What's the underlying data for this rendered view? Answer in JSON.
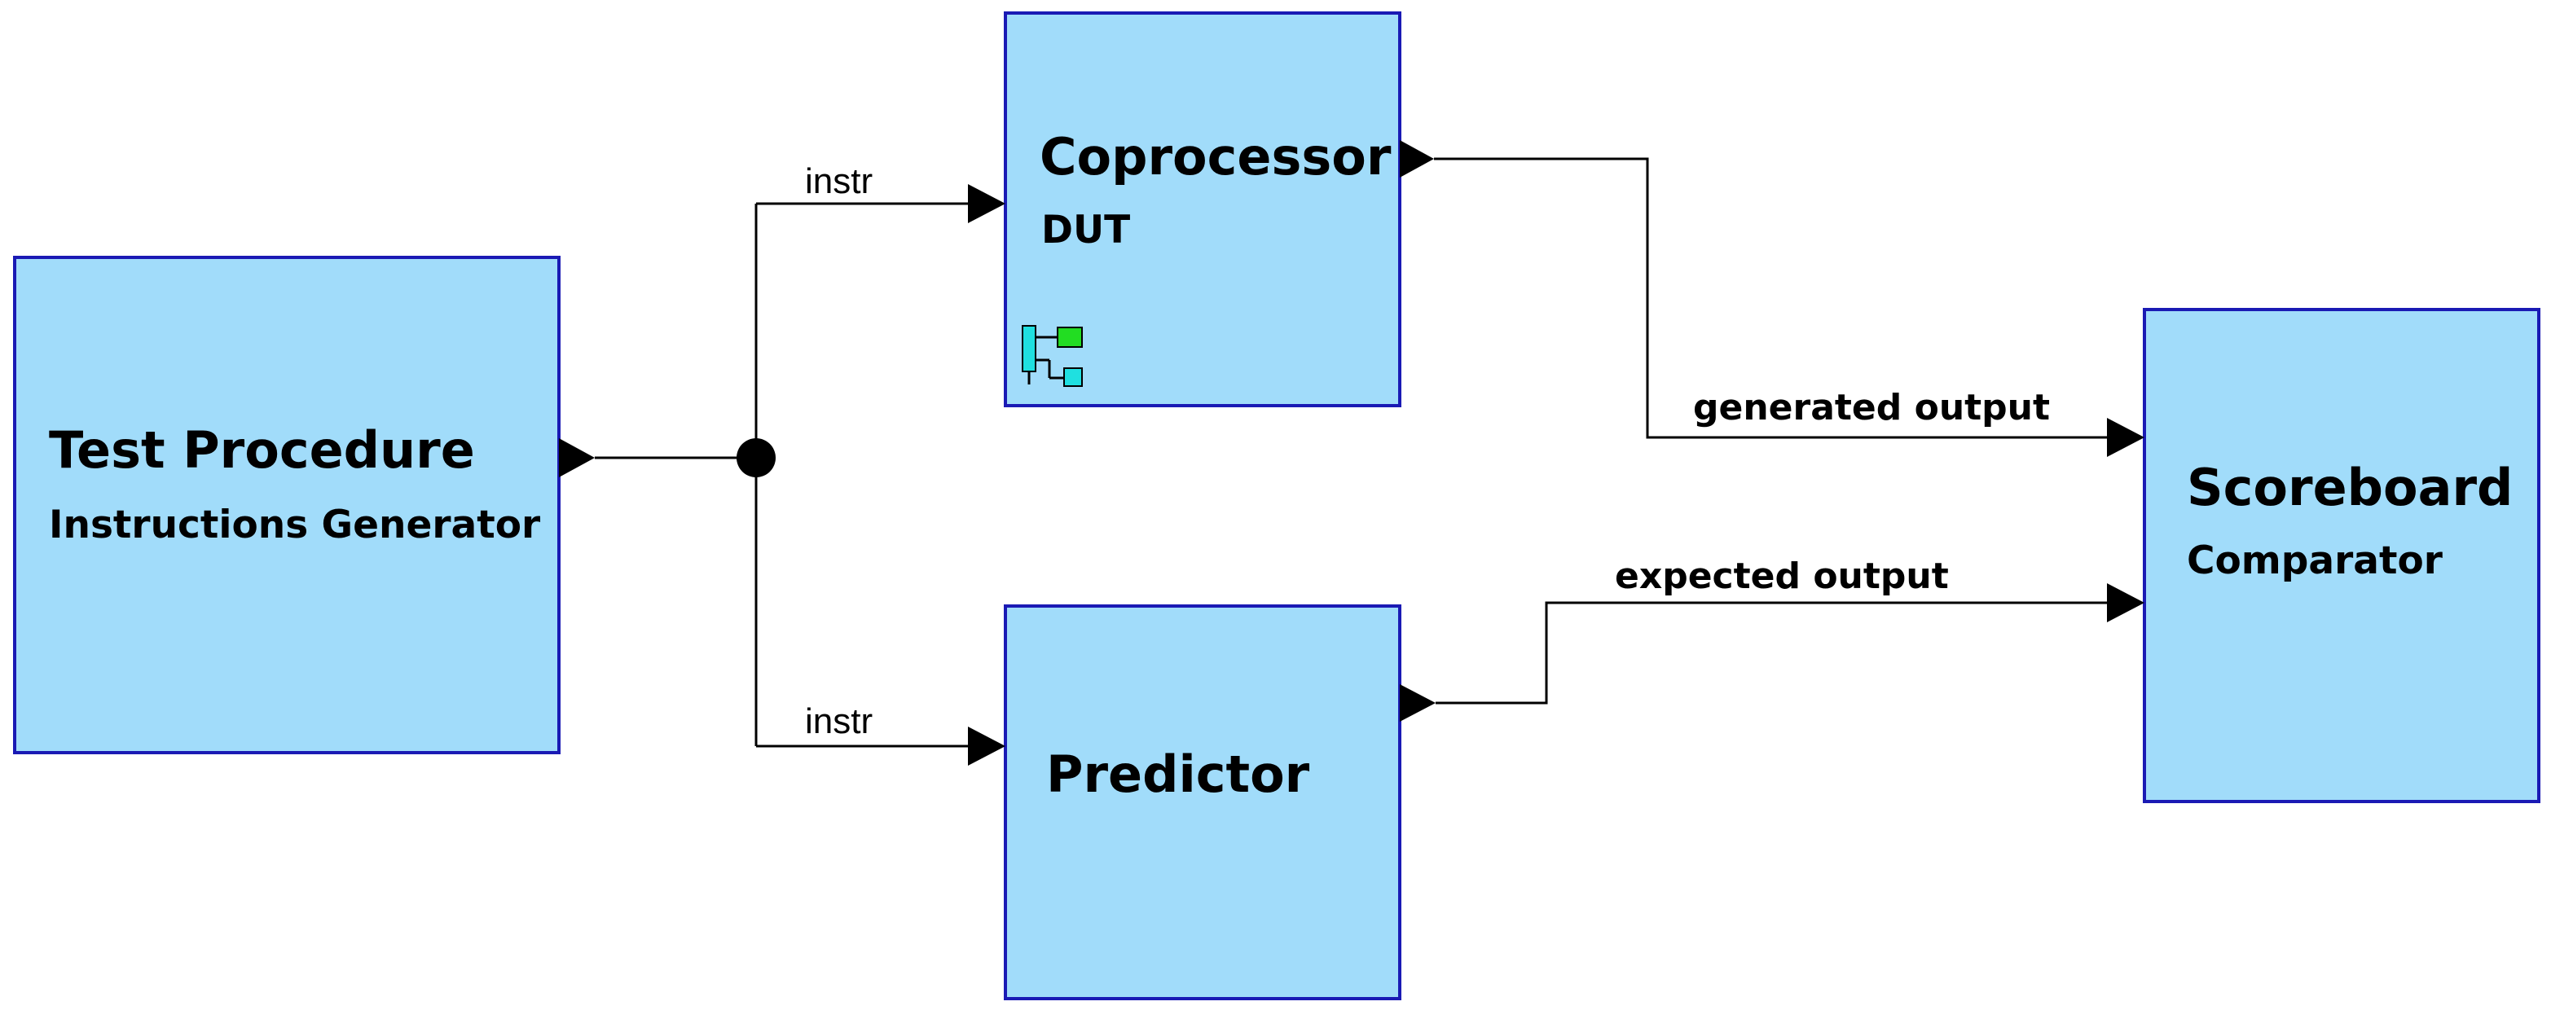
{
  "colors": {
    "block_fill": "#a1dcfa",
    "block_border": "#1a1ab4",
    "wire": "#000000",
    "icon_cyan": "#1fe0e0",
    "icon_green": "#22dd22"
  },
  "blocks": {
    "test_procedure": {
      "title": "Test Procedure",
      "subtitle": "Instructions Generator"
    },
    "coprocessor": {
      "title": "Coprocessor",
      "subtitle": "DUT",
      "icon": "hierarchy-icon"
    },
    "predictor": {
      "title": "Predictor"
    },
    "scoreboard": {
      "title": "Scoreboard",
      "subtitle": "Comparator"
    }
  },
  "signals": {
    "instr_top": "instr",
    "instr_bottom": "instr",
    "generated_output": "generated output",
    "expected_output": "expected output"
  }
}
